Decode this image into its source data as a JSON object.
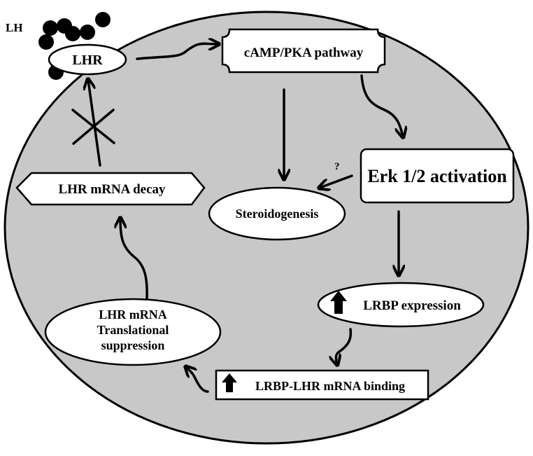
{
  "diagram": {
    "ligand_label": "LH",
    "nodes": {
      "lhr": "LHR",
      "camp_pka": "cAMP/PKA pathway",
      "erk": "Erk 1/2 activation",
      "steroidogenesis": "Steroidogenesis",
      "lhr_decay": "LHR mRNA decay",
      "lrbp_expression": "LRBP expression",
      "binding": "LRBP-LHR mRNA binding",
      "translational": [
        "LHR mRNA",
        "Translational",
        "suppression"
      ]
    },
    "uncertain_mark": "?",
    "colors": {
      "cell_fill": "#c8c8c8",
      "stroke": "#000000",
      "box_fill": "#ffffff"
    }
  }
}
